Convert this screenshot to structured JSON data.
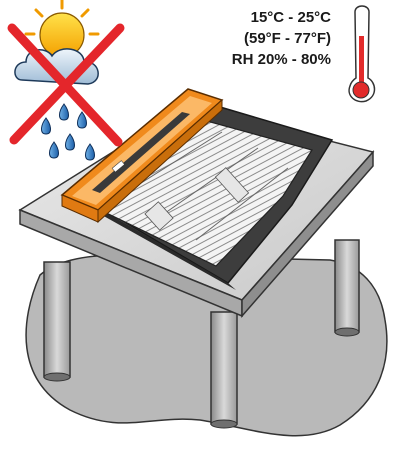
{
  "conditions": {
    "temperature_celsius": "15°C - 25°C",
    "temperature_fahrenheit": "(59°F - 77°F)",
    "relative_humidity": "RH 20% - 80%"
  },
  "icons": {
    "weather": "sun-cloud-rain-icon",
    "prohibited": "red-x-icon",
    "thermometer": "thermometer-icon"
  },
  "colors": {
    "prohibition_red": "#e4262b",
    "orange_rail": "#f08a1c",
    "thermometer_red": "#e22b2b"
  }
}
